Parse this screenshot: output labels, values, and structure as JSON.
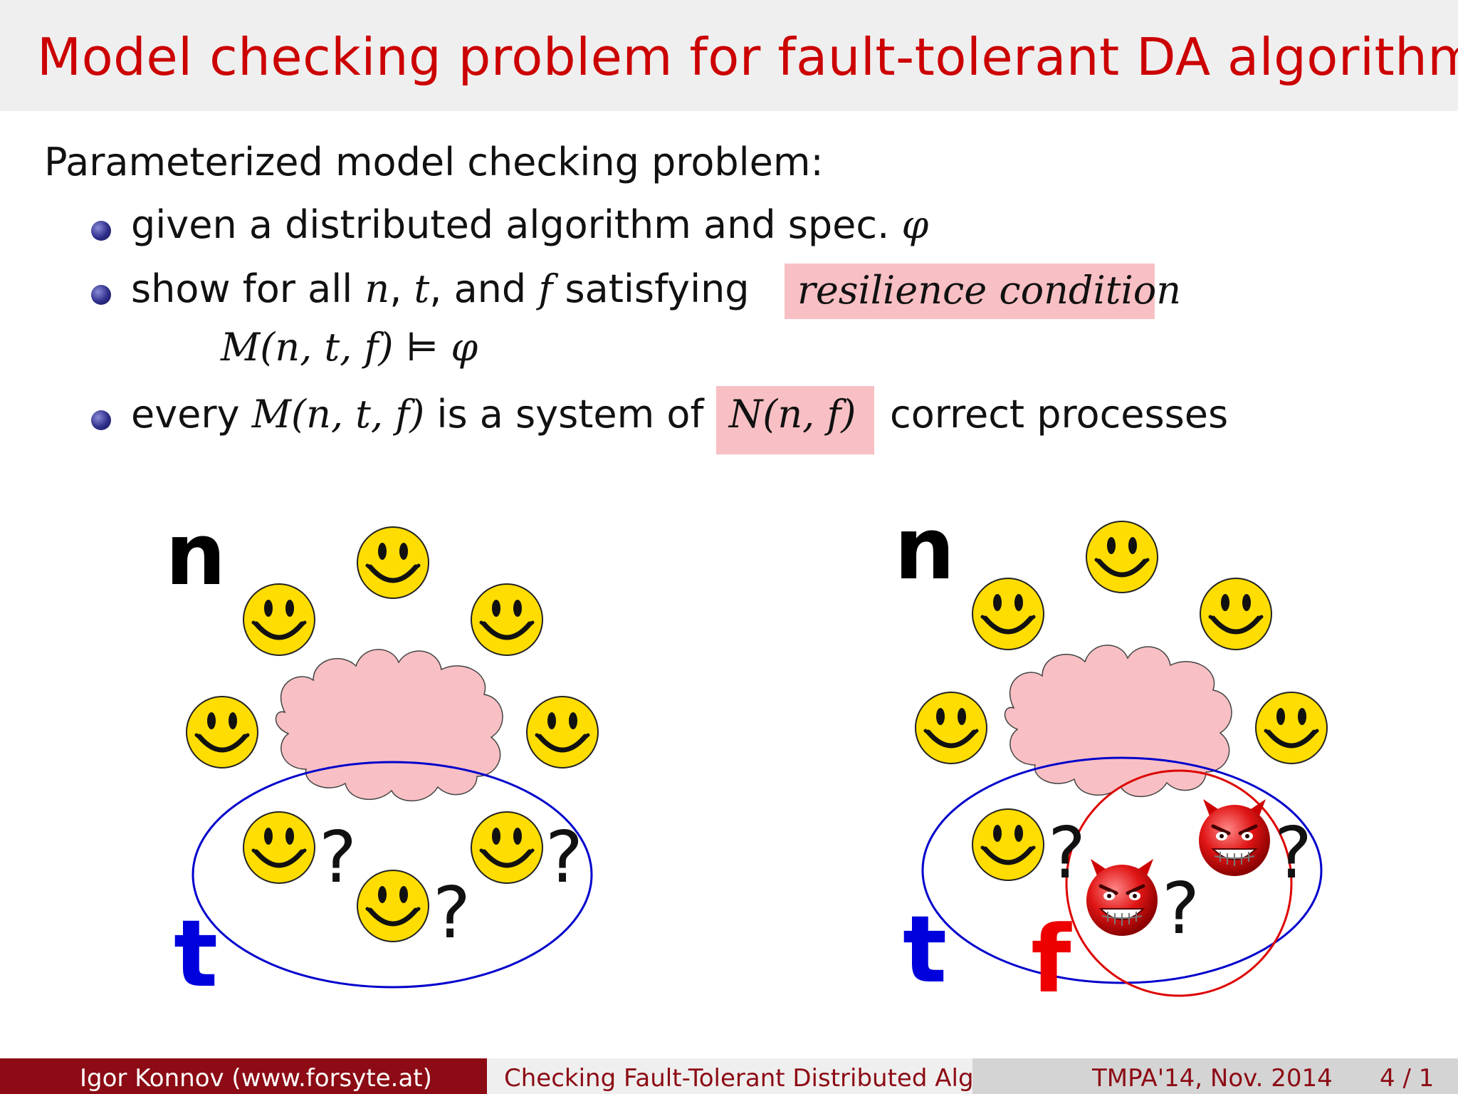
{
  "title": "Model checking problem for fault-tolerant DA algorithms",
  "intro": "Parameterized model checking problem:",
  "bullets": {
    "b1": {
      "text": "given a distributed algorithm and spec.",
      "phi": "φ"
    },
    "b2": {
      "text_start": "show for all",
      "n": "n",
      "comma1": ",",
      "t": "t",
      "and_text": ", and",
      "f": "f",
      "satisfying": "satisfying",
      "resilience": "resilience condition",
      "formula": "M(n, t, f) ⊨ φ"
    },
    "b3": {
      "every": "every",
      "model": "M(n, t, f)",
      "middle": "is a system of",
      "boxed": "N(n, f)",
      "end": "correct processes"
    }
  },
  "diagram": {
    "left": {
      "n_label": "n",
      "t_label": "t",
      "question": "?"
    },
    "right": {
      "n_label": "n",
      "t_label": "t",
      "f_label": "f",
      "question": "?"
    },
    "colors": {
      "cloud": "#f8c0c4",
      "t_ellipse": "#0000cc",
      "f_ellipse": "#dd0000",
      "smiley": "#ffdd00",
      "devil": "#dd1111"
    }
  },
  "footer": {
    "author": "Igor Konnov  (www.forsyte.at)",
    "talk": "Checking Fault-Tolerant Distributed Algos",
    "venue": "TMPA'14, Nov. 2014",
    "page": "4 / 1"
  },
  "colors": {
    "title": "#cc0000",
    "footer_left": "#8c0b14",
    "highlight": "#f8c0c4"
  }
}
